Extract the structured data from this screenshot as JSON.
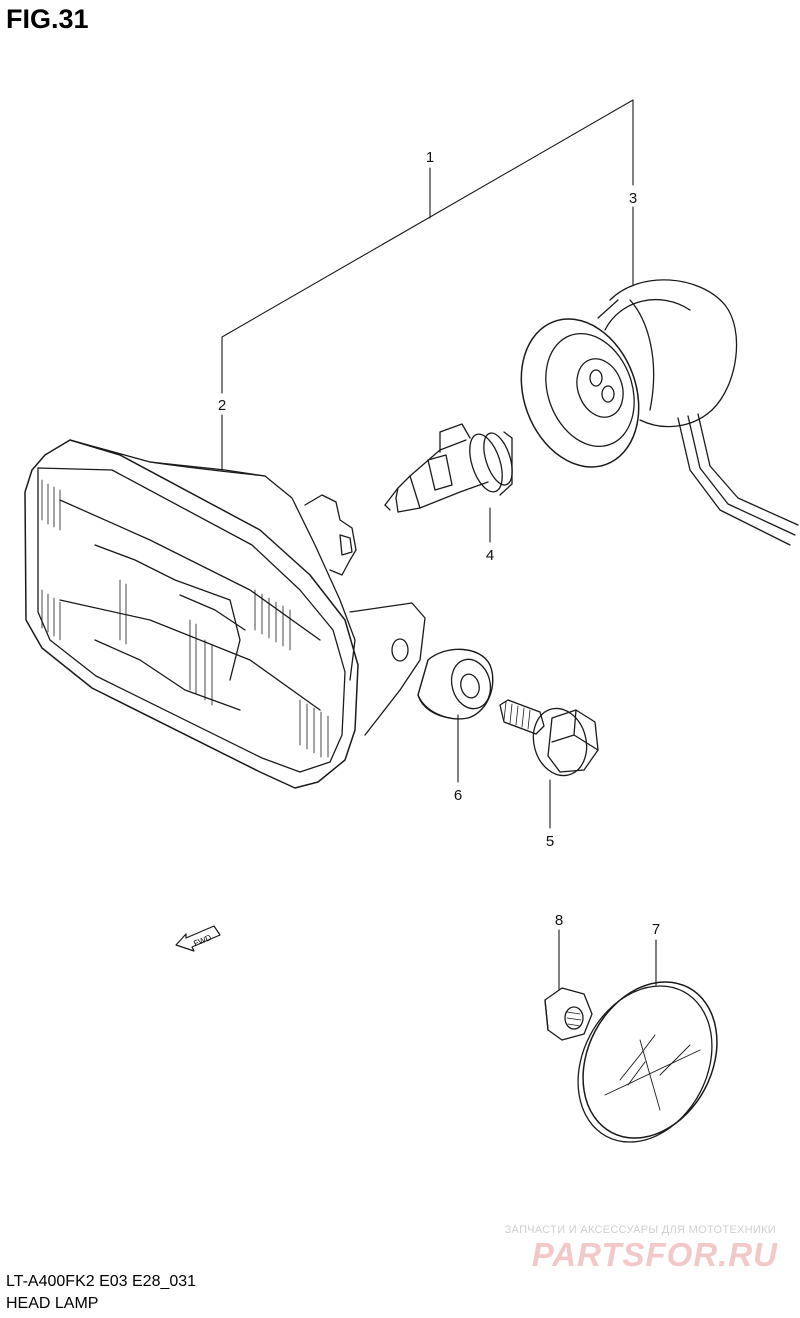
{
  "figure": {
    "title": "FIG.31",
    "model_code": "LT-A400FK2 E03 E28_031",
    "caption": "HEAD LAMP"
  },
  "callouts": [
    "1",
    "2",
    "3",
    "4",
    "5",
    "6",
    "7",
    "8"
  ],
  "fwd_label": "FWD",
  "watermark": {
    "tagline": "ЗАПЧАСТИ И АКСЕССУАРЫ ДЛЯ МОТОТЕХНИКИ",
    "logo": "PARTSFOR.RU"
  }
}
